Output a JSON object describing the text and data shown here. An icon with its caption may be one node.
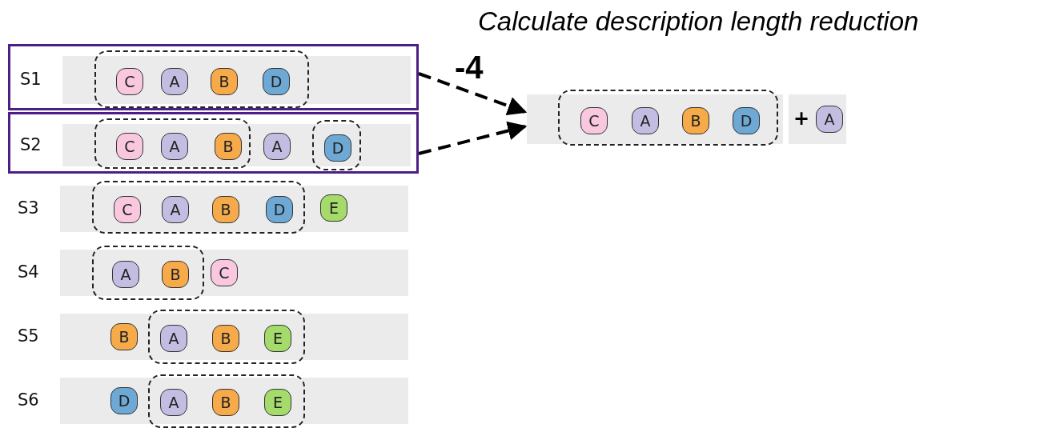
{
  "diagram": {
    "title": "Calculate description length reduction",
    "nodes": [
      {
        "text": [],
        "shape": "box"
      },
      {
        "text": [
          "S1"
        ],
        "in": 0
      },
      {
        "text": [],
        "shape": "box",
        "in": 1
      },
      {
        "text": [
          "C"
        ],
        "in": 2
      },
      {
        "text": [
          "A"
        ],
        "in": 2
      },
      {
        "text": [
          "B"
        ],
        "in": 2
      },
      {
        "text": [
          "D"
        ],
        "in": 2
      },
      {
        "text": [],
        "shape": "box"
      },
      {
        "text": [
          "S2"
        ],
        "in": 7
      },
      {
        "text": [],
        "shape": "box",
        "in": 8
      },
      {
        "text": [
          "C"
        ],
        "in": 9
      },
      {
        "text": [
          "A"
        ],
        "in": 9
      },
      {
        "text": [
          "B"
        ],
        "in": 9
      },
      {
        "text": [
          "A"
        ],
        "in": 8
      },
      {
        "text": [],
        "shape": "box",
        "in": 8
      },
      {
        "text": [
          "D"
        ],
        "in": 14
      },
      {
        "text": [
          "S3"
        ]
      },
      {
        "text": [],
        "shape": "box",
        "in": 16
      },
      {
        "text": [
          "C"
        ],
        "in": 17
      },
      {
        "text": [
          "A"
        ],
        "in": 17
      },
      {
        "text": [
          "B"
        ],
        "in": 17
      },
      {
        "text": [
          "D"
        ],
        "in": 17
      },
      {
        "text": [
          "E"
        ],
        "in": 16
      },
      {
        "text": [
          "S4"
        ]
      },
      {
        "text": [],
        "shape": "box",
        "in": 23
      },
      {
        "text": [
          "A"
        ],
        "in": 24
      },
      {
        "text": [
          "B"
        ],
        "in": 24
      },
      {
        "text": [
          "C"
        ],
        "in": 23
      },
      {
        "text": [
          "S5"
        ]
      },
      {
        "text": [
          "B"
        ],
        "in": 28
      },
      {
        "text": [],
        "shape": "box",
        "in": 28
      },
      {
        "text": [
          "A"
        ],
        "in": 30
      },
      {
        "text": [
          "B"
        ],
        "in": 30
      },
      {
        "text": [
          "E"
        ],
        "in": 30
      },
      {
        "text": [
          "S6"
        ]
      },
      {
        "text": [
          "D"
        ],
        "in": 34
      },
      {
        "text": [],
        "shape": "box",
        "in": 34
      },
      {
        "text": [
          "A"
        ],
        "in": 36
      },
      {
        "text": [
          "B"
        ],
        "in": 36
      },
      {
        "text": [
          "E"
        ],
        "in": 36
      },
      {
        "text": [],
        "shape": "bar"
      },
      {
        "text": [],
        "shape": "box",
        "in": 40
      },
      {
        "text": [
          "C"
        ],
        "in": 41
      },
      {
        "text": [
          "A"
        ],
        "in": 41
      },
      {
        "text": [
          "B"
        ],
        "in": 41
      },
      {
        "text": [
          "D"
        ],
        "in": 41
      },
      {
        "text": [
          "+"
        ]
      },
      {
        "text": [
          "A"
        ],
        "in": 46
      }
    ],
    "edges": [
      {
        "from": 0,
        "to": 40,
        "arrow": "to",
        "style": "dashed"
      },
      {
        "from": 7,
        "to": 40,
        "arrow": "to",
        "style": "dashed"
      }
    ],
    "labels": [
      "-4"
    ]
  }
}
